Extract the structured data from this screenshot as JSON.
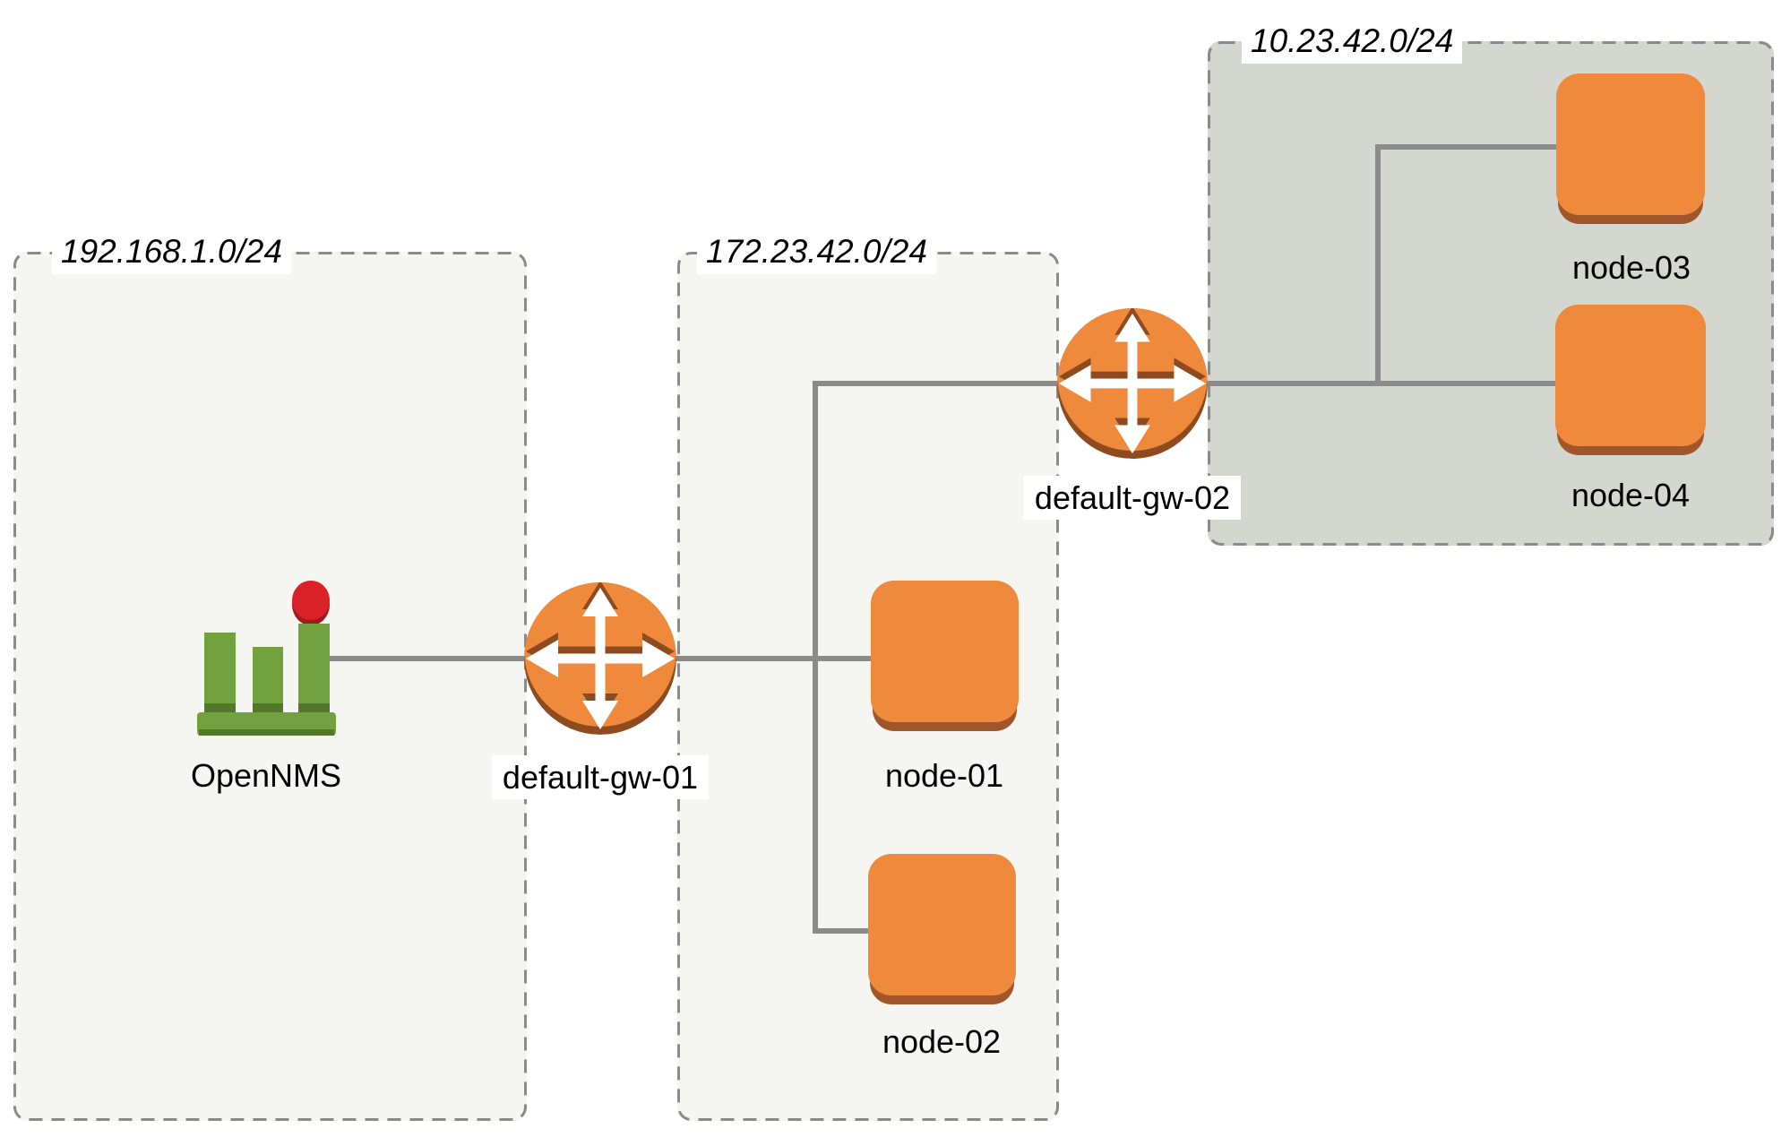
{
  "subnets": [
    {
      "cidr": "192.168.1.0/24"
    },
    {
      "cidr": "172.23.42.0/24"
    },
    {
      "cidr": "10.23.42.0/24"
    }
  ],
  "devices": {
    "opennms": {
      "label": "OpenNMS",
      "icon": "opennms-bar-chart-icon"
    },
    "gw01": {
      "label": "default-gw-01",
      "icon": "router-icon"
    },
    "gw02": {
      "label": "default-gw-02",
      "icon": "router-icon"
    },
    "node01": {
      "label": "node-01",
      "icon": "server-node-icon"
    },
    "node02": {
      "label": "node-02",
      "icon": "server-node-icon"
    },
    "node03": {
      "label": "node-03",
      "icon": "server-node-icon"
    },
    "node04": {
      "label": "node-04",
      "icon": "server-node-icon"
    }
  },
  "colors": {
    "page_background": "#ffffff",
    "subnet_fill_light": "#f5f5f2",
    "subnet_fill_dark": "#d3d7d0",
    "subnet_border": "#8a8a88",
    "link_line": "#8b8b8b",
    "device_orange": "#ef893c",
    "node_shadow": "#a0562a",
    "router_shadow": "#8f4b20",
    "opennms_green": "#72a140",
    "opennms_green_dark": "#53782c",
    "alarm_red": "#da2127",
    "alarm_red_dark": "#a01a1e",
    "label_text": "#000000",
    "label_background": "#ffffff"
  }
}
